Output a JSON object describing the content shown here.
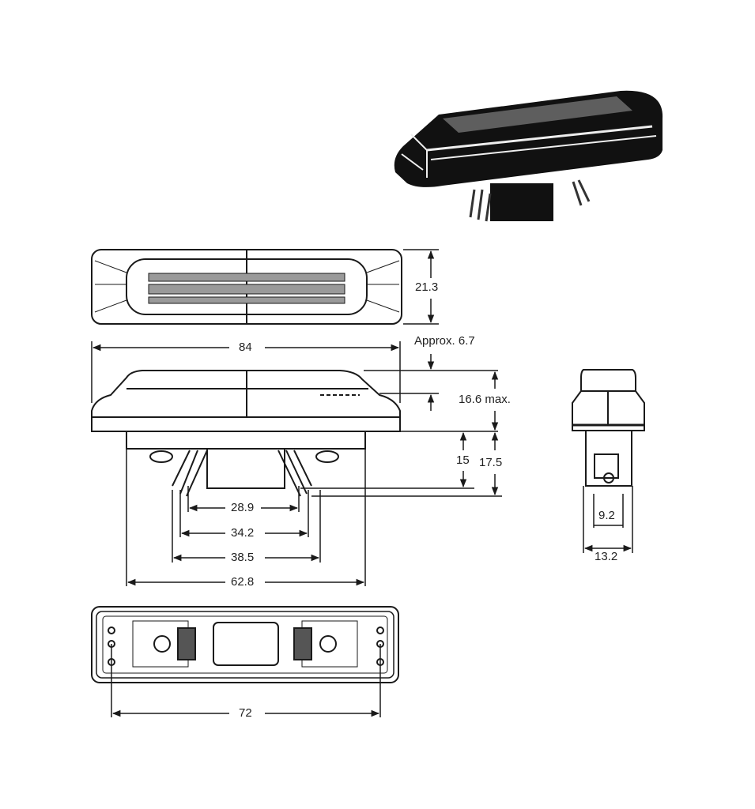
{
  "drawing": {
    "title": "Switch dimensional drawing",
    "views": [
      "3D perspective view",
      "top view",
      "front view",
      "side view",
      "bottom view"
    ],
    "units": "mm"
  },
  "dimensions": {
    "top_height": "21.3",
    "overall_width": "84",
    "cap_offset": "Approx. 6.7",
    "overall_height": "16.6 max.",
    "body_depth_15": "15",
    "body_depth_17_5": "17.5",
    "terminal_28_9": "28.9",
    "terminal_34_2": "34.2",
    "terminal_38_5": "38.5",
    "body_width": "62.8",
    "side_inner": "9.2",
    "side_outer": "13.2",
    "mount_hole_pitch": "72"
  },
  "colors": {
    "line": "#1a1a1a",
    "body_fill": "#111111",
    "highlight": "#f2f2f2",
    "grey": "#9a9a9a"
  }
}
